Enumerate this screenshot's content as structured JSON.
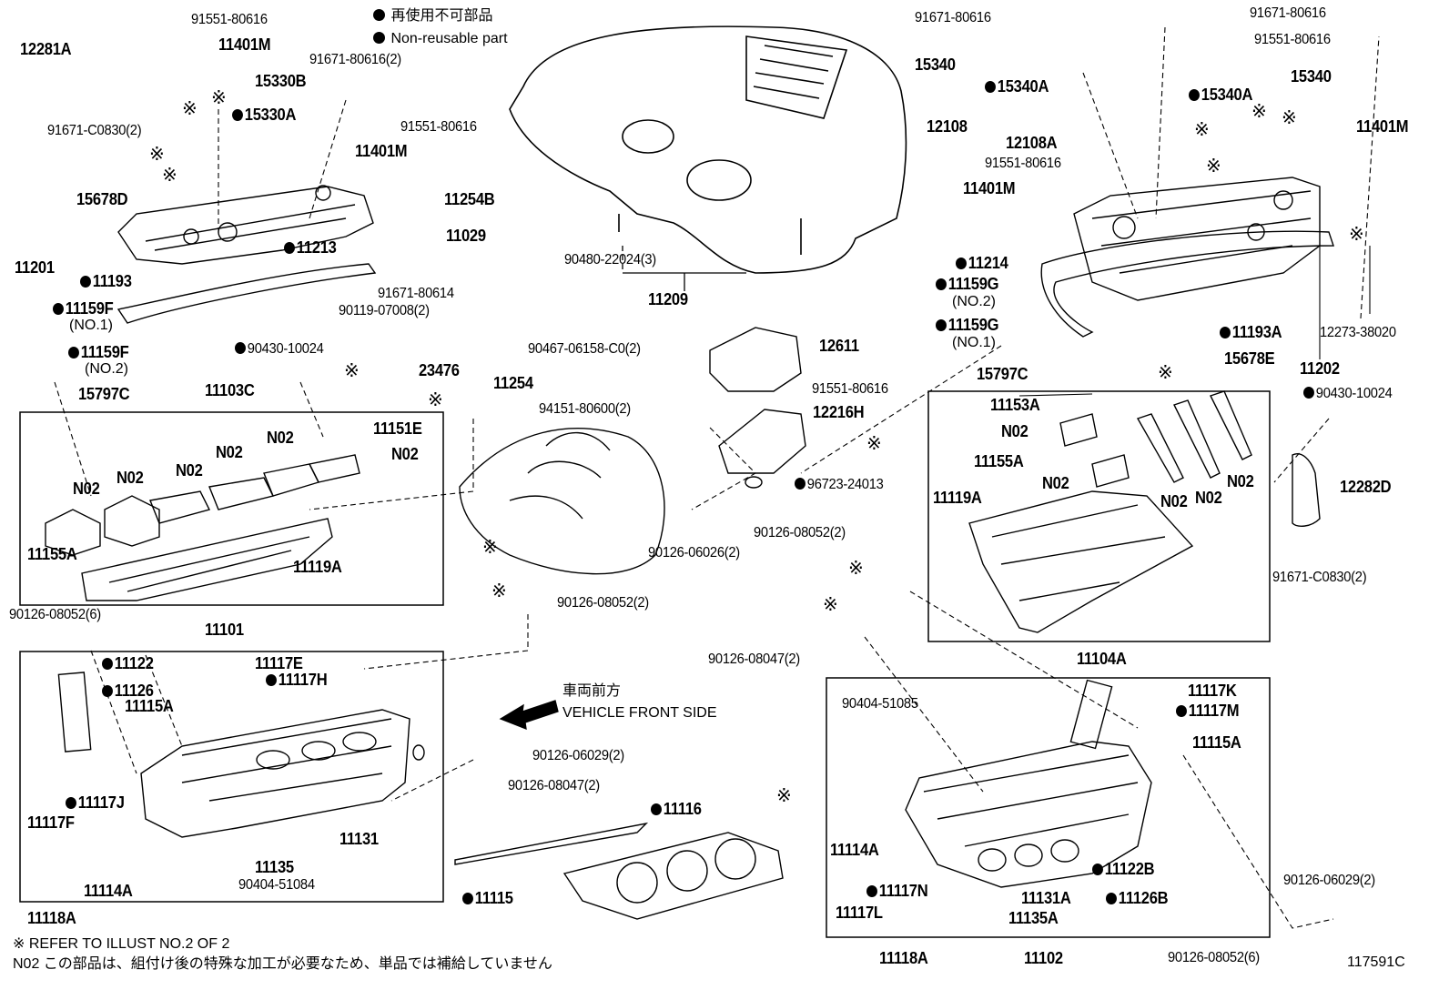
{
  "legend": {
    "jp": "再使用不可部品",
    "en": "Non-reusable part"
  },
  "notes": {
    "refer": "※ REFER TO ILLUST NO.2 OF 2",
    "n02": "N02 この部品は、組付け後の特殊な加工が必要なため、単品では補給していません"
  },
  "figure_id": "117591C",
  "front_side": {
    "jp": "車両前方",
    "en": "VEHICLE FRONT SIDE"
  },
  "sub_no1": "(NO.1)",
  "sub_no2": "(NO.2)",
  "mark": "※",
  "labels": {
    "p12281A": "12281A",
    "p91551_80616_a": "91551-80616",
    "p11401M_a": "11401M",
    "p91671_C0830_a": "91671-C0830(2)",
    "p15330B": "15330B",
    "p15330A": "15330A",
    "p91671_80616_2": "91671-80616(2)",
    "p91551_80616_b": "91551-80616",
    "p11401M_b": "11401M",
    "p11254B": "11254B",
    "p11029": "11029",
    "p15678D": "15678D",
    "p11201": "11201",
    "p11193": "11193",
    "p11213": "11213",
    "p91671_80614": "91671-80614",
    "p90119_07008": "90119-07008(2)",
    "p11159F_1": "11159F",
    "p11159F_2": "11159F",
    "p15797C_a": "15797C",
    "p90430_10024_a": "90430-10024",
    "p23476": "23476",
    "p11103C": "11103C",
    "p11151E": "11151E",
    "p11254": "11254",
    "n02": "N02",
    "p11155A_a": "11155A",
    "p11119A_a": "11119A",
    "p90126_08052_6a": "90126-08052(6)",
    "p90126_08052_2a": "90126-08052(2)",
    "p11101": "11101",
    "p11122": "11122",
    "p11117E": "11117E",
    "p11126": "11126",
    "p11117H": "11117H",
    "p11115A_a": "11115A",
    "p11117J": "11117J",
    "p11117F": "11117F",
    "p11131": "11131",
    "p11135": "11135",
    "p11114A_a": "11114A",
    "p90404_51084": "90404-51084",
    "p11118A_a": "11118A",
    "p90126_06029_2a": "90126-06029(2)",
    "p90126_08047_2a": "90126-08047(2)",
    "p11116": "11116",
    "p11115": "11115",
    "p90480_22024": "90480-22024(3)",
    "p11209": "11209",
    "p90467_06158": "90467-06158-C0(2)",
    "p12611": "12611",
    "p91551_80616_c": "91551-80616",
    "p94151_80600": "94151-80600(2)",
    "p12216H": "12216H",
    "p96723_24013": "96723-24013",
    "p90126_06026": "90126-06026(2)",
    "p91671_80616_c": "91671-80616",
    "p91671_80616_d": "91671-80616",
    "p91551_80616_d": "91551-80616",
    "p15340_a": "15340",
    "p15340A_a": "15340A",
    "p15340_b": "15340",
    "p15340A_b": "15340A",
    "p12108": "12108",
    "p12108A": "12108A",
    "p91551_80616_e": "91551-80616",
    "p11401M_c": "11401M",
    "p11401M_d": "11401M",
    "p11214": "11214",
    "p11159G_2": "11159G",
    "p11159G_1": "11159G",
    "p15797C_b": "15797C",
    "p11193A": "11193A",
    "p15678E": "15678E",
    "p11202": "11202",
    "p12273_38020": "12273-38020",
    "p90430_10024_b": "90430-10024",
    "p11153A": "11153A",
    "p11155A_b": "11155A",
    "p11119A_b": "11119A",
    "p12282D": "12282D",
    "p91671_C0830_b": "91671-C0830(2)",
    "p90126_08052_2b": "90126-08052(2)",
    "p11104A": "11104A",
    "p90126_08047_2b": "90126-08047(2)",
    "p90404_51085": "90404-51085",
    "p11117K": "11117K",
    "p11117M": "11117M",
    "p11115A_b": "11115A",
    "p11114A_b": "11114A",
    "p11122B": "11122B",
    "p11117N": "11117N",
    "p11117L": "11117L",
    "p11131A": "11131A",
    "p11126B": "11126B",
    "p11135A": "11135A",
    "p90126_06029_2b": "90126-06029(2)",
    "p11118A_b": "11118A",
    "p11102": "11102",
    "p90126_08052_6b": "90126-08052(6)"
  }
}
